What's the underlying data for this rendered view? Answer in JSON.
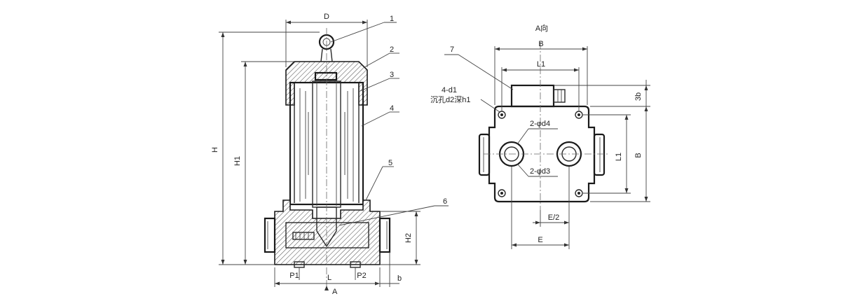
{
  "side_view": {
    "dim_D": "D",
    "dim_H": "H",
    "dim_H1": "H1",
    "dim_H2": "H2",
    "dim_L": "L",
    "dim_b": "b",
    "port_P1": "P1",
    "port_P2": "P2",
    "section_A": "A",
    "callouts": [
      "1",
      "2",
      "3",
      "4",
      "5",
      "6"
    ]
  },
  "top_view": {
    "view_title": "A向",
    "dim_B": "B",
    "dim_L1_top": "L1",
    "dim_L1_side": "L1",
    "dim_B_side": "B",
    "dim_3b": "3b",
    "dim_E": "E",
    "dim_E2": "E/2",
    "callout_7": "7",
    "mount_holes": "4-d1",
    "counterbore": "沉孔d2深h1",
    "hole_d4": "2-φd4",
    "hole_d3": "2-φd3"
  }
}
